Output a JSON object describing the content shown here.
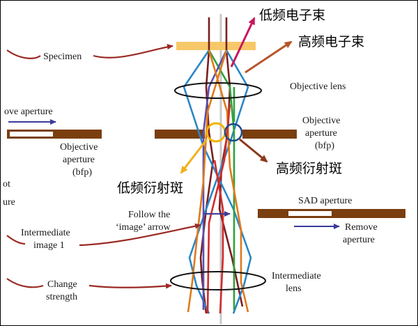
{
  "colors": {
    "beam_blue": "#2a86c5",
    "beam_purple": "#5a4fb0",
    "beam_maroon": "#7a1f1f",
    "beam_red": "#d22b2b",
    "beam_green": "#2fa23a",
    "beam_orange": "#e07a1a",
    "beam_gray": "#c8c8c8",
    "aperture_brown": "#7a3e0f",
    "specimen_gold": "#f7c869",
    "label_arrow": "#9b2a24",
    "arrow_magenta": "#c8175e",
    "arrow_sienna": "#b5552a",
    "arrow_yellow": "#f1b01c",
    "arrow_brown": "#8a3a1c",
    "move_arrow_blue": "#3a3a9a",
    "circle_yellow": "#f0b400",
    "circle_blue": "#1f4a8a"
  },
  "labels": {
    "specimen": "Specimen",
    "objective_lens": "Objective lens",
    "objective_aperture_right_1": "Objective",
    "objective_aperture_right_2": "aperture",
    "objective_aperture_right_3": "(bfp)",
    "move_aperture_partial": "ove aperture",
    "objective_aperture_left_1": "Objective",
    "objective_aperture_left_2": "aperture",
    "objective_aperture_left_3": "(bfp)",
    "left_partial_1": "ot",
    "left_partial_2": "ure",
    "sad_aperture": "SAD aperture",
    "follow_1": "Follow the",
    "follow_2": "‘image’ arrow",
    "intermediate_image_1": "Intermediate",
    "intermediate_image_2": "image 1",
    "remove_1": "Remove",
    "remove_2": "aperture",
    "change_1": "Change",
    "change_2": "strength",
    "intermediate_lens_1": "Intermediate",
    "intermediate_lens_2": "lens"
  },
  "annotations_cn": {
    "low_freq_beam": "低频电子束",
    "high_freq_beam": "高频电子束",
    "low_freq_spot": "低频衍射斑",
    "high_freq_spot": "高频衍射斑"
  }
}
